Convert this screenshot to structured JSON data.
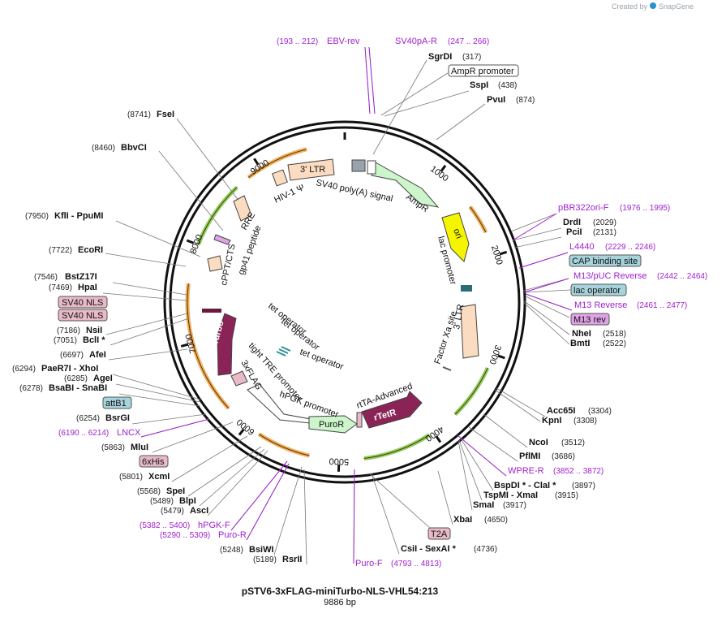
{
  "credit": {
    "prefix": "Created by",
    "brand": "SnapGene"
  },
  "title": "pSTV6-3xFLAG-miniTurbo-NLS-VHL54:213",
  "length_label": "9886 bp",
  "ticks": [
    "1000",
    "2000",
    "3000",
    "4000",
    "5000",
    "6000",
    "7000",
    "8000",
    "9000"
  ],
  "enzymes_right": [
    {
      "name": "SgrDI",
      "pos": "(317)"
    },
    {
      "name": "SspI",
      "pos": "(438)"
    },
    {
      "name": "PvuI",
      "pos": "(874)"
    },
    {
      "name": "DrdI",
      "pos": "(2029)"
    },
    {
      "name": "PciI",
      "pos": "(2131)"
    },
    {
      "name": "NheI",
      "pos": "(2518)"
    },
    {
      "name": "BmtI",
      "pos": "(2522)"
    },
    {
      "name": "Acc65I",
      "pos": "(3304)"
    },
    {
      "name": "KpnI",
      "pos": "(3308)"
    },
    {
      "name": "NcoI",
      "pos": "(3512)"
    },
    {
      "name": "PflMI",
      "pos": "(3686)"
    },
    {
      "name": "BspDI * - ClaI *",
      "pos": "(3897)"
    },
    {
      "name": "TspMI - XmaI",
      "pos": "(3915)"
    },
    {
      "name": "SmaI",
      "pos": "(3917)"
    },
    {
      "name": "XbaI",
      "pos": "(4650)"
    },
    {
      "name": "CsiI - SexAI *",
      "pos": "(4736)"
    }
  ],
  "enzymes_left": [
    {
      "name": "FseI",
      "pos": "(8741)"
    },
    {
      "name": "BbvCI",
      "pos": "(8460)"
    },
    {
      "name": "KflI - PpuMI",
      "pos": "(7950)"
    },
    {
      "name": "EcoRI",
      "pos": "(7722)"
    },
    {
      "name": "BstZ17I",
      "pos": "(7546)"
    },
    {
      "name": "HpaI",
      "pos": "(7469)"
    },
    {
      "name": "NsiI",
      "pos": "(7186)"
    },
    {
      "name": "BclI *",
      "pos": "(7051)"
    },
    {
      "name": "AfeI",
      "pos": "(6697)"
    },
    {
      "name": "PaeR7I - XhoI",
      "pos": "(6294)"
    },
    {
      "name": "AgeI",
      "pos": "(6285)"
    },
    {
      "name": "BsaBI - SnaBI",
      "pos": "(6278)"
    },
    {
      "name": "BsrGI",
      "pos": "(6254)"
    },
    {
      "name": "MluI",
      "pos": "(5863)"
    },
    {
      "name": "XcmI",
      "pos": "(5801)"
    },
    {
      "name": "SpeI",
      "pos": "(5568)"
    },
    {
      "name": "BlpI",
      "pos": "(5489)"
    },
    {
      "name": "AscI",
      "pos": "(5479)"
    },
    {
      "name": "BsiWI",
      "pos": "(5248)"
    },
    {
      "name": "RsrII",
      "pos": "(5189)"
    }
  ],
  "primers": [
    {
      "name": "EBV-rev",
      "range": "(193 .. 212)"
    },
    {
      "name": "SV40pA-R",
      "range": "(247 .. 266)"
    },
    {
      "name": "pBR322ori-F",
      "range": "(1976 .. 1995)"
    },
    {
      "name": "L4440",
      "range": "(2229 .. 2246)"
    },
    {
      "name": "M13/pUC Reverse",
      "range": "(2442 .. 2464)"
    },
    {
      "name": "M13 Reverse",
      "range": "(2461 .. 2477)"
    },
    {
      "name": "WPRE-R",
      "range": "(3852 .. 3872)"
    },
    {
      "name": "Puro-F",
      "range": "(4793 .. 4813)"
    },
    {
      "name": "hPGK-F",
      "range": "(5382 .. 5400)"
    },
    {
      "name": "Puro-R",
      "range": "(5290 .. 5309)"
    },
    {
      "name": "LNCX",
      "range": "(6190 .. 6214)"
    }
  ],
  "outer_features": [
    {
      "name": "AmpR promoter",
      "color": "#ffffff"
    },
    {
      "name": "CAP binding site",
      "color": "#a7d4dc"
    },
    {
      "name": "lac operator",
      "color": "#a7d4dc"
    },
    {
      "name": "M13 rev",
      "color": "#e0a3e6"
    },
    {
      "name": "SV40 NLS",
      "color": "#e8b9c7"
    },
    {
      "name": "SV40 NLS",
      "color": "#e8b9c7"
    },
    {
      "name": "attB1",
      "color": "#a7d4dc"
    },
    {
      "name": "6xHis",
      "color": "#e8b9c7"
    },
    {
      "name": "T2A",
      "color": "#e8b9c7"
    }
  ],
  "inner_features": {
    "sv40_polya": "SV40 poly(A) signal",
    "ampr": "AmpR",
    "ori": "ori",
    "lac_promoter": "lac promoter",
    "three_ltr_a": "3' LTR",
    "three_ltr_b": "3' LTR",
    "hiv_psi": "HIV-1 Ψ",
    "rre": "RRE",
    "gp41": "gp41 peptide",
    "cppt": "cPPT/CTS",
    "factor_xa": "Factor Xa site",
    "minituro": "miniTurbo",
    "tet_op_1": "tet operator",
    "tet_op_2": "tet operator",
    "tet_op_3": "tet operator",
    "tight_tre": "tight TRE promoter",
    "flag": "3xFLAG",
    "hpgk": "hPGK promoter",
    "puror": "PuroR",
    "rtta": "rtTA-Advanced",
    "rtetr": "rTetR"
  },
  "colors": {
    "primer": "#a020d0",
    "ampr": "#ccf5cc",
    "ori": "#f5f500",
    "ltr": "#fbdcc0",
    "minituro": "#8b2456",
    "orange_arrow": "#f0a040",
    "green_arrow": "#7ac943"
  }
}
